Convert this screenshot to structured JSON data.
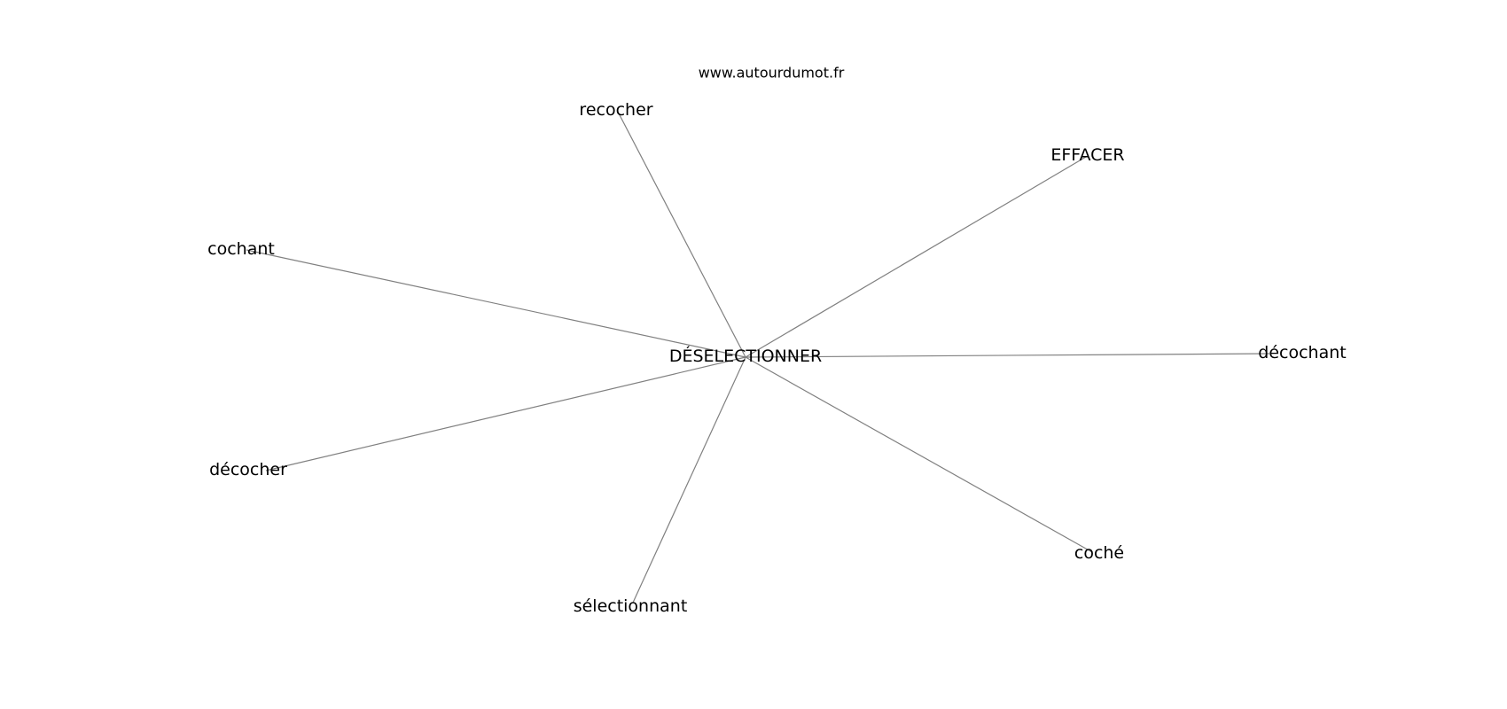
{
  "watermark": "www.autourdumot.fr",
  "center": {
    "label": "DÉSELECTIONNER"
  },
  "nodes": [
    {
      "id": "recocher",
      "label": "recocher"
    },
    {
      "id": "effacer",
      "label": "EFFACER"
    },
    {
      "id": "cochant",
      "label": "cochant"
    },
    {
      "id": "decochant",
      "label": "décochant"
    },
    {
      "id": "decocher",
      "label": "décocher"
    },
    {
      "id": "coche",
      "label": "coché"
    },
    {
      "id": "selectionnant",
      "label": "sélectionnant"
    }
  ],
  "colors": {
    "edge": "#808080",
    "text": "#000000",
    "background": "#ffffff"
  }
}
